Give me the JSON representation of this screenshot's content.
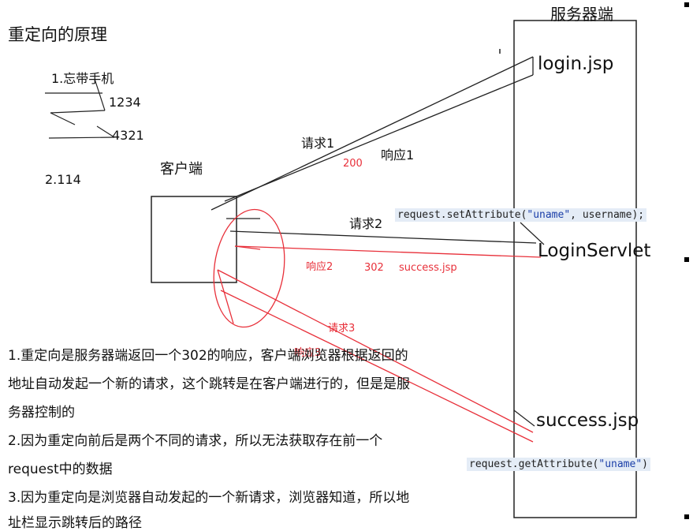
{
  "title": "重定向的原理",
  "server_label": "服务器端",
  "client_label": "客户端",
  "notes": {
    "forgot_phone": "1.忘带手机",
    "num1": "1234",
    "num2": "4321",
    "num3": "2.114"
  },
  "server_items": {
    "login": "login.jsp",
    "servlet": "LoginServlet",
    "success": "success.jsp"
  },
  "labels": {
    "request1": "请求1",
    "response1": "响应1",
    "code200": "200",
    "request2": "请求2",
    "response2": "响应2",
    "code302": "302",
    "success_red": "success.jsp",
    "request3": "请求3",
    "response3": "响应3"
  },
  "code": {
    "set_attr_obj": "request",
    "set_attr_rest": ".setAttribute(",
    "set_attr_key": "\"uname\"",
    "set_attr_tail": ", username);",
    "get_attr_obj": "request.getAttribute(",
    "get_attr_key": "\"uname\"",
    "get_attr_tail": ")"
  },
  "paragraphs": [
    "1.重定向是服务器端返回一个302的响应，客户端浏览器根据返回的",
    "地址自动发起一个新的请求，这个跳转是在客户端进行的，但是是服",
    "务器控制的",
    "2.因为重定向前后是两个不同的请求，所以无法获取存在前一个",
    "request中的数据",
    "3.因为重定向是浏览器自动发起的一个新请求，浏览器知道，所以地",
    "址栏显示跳转后的路径"
  ]
}
